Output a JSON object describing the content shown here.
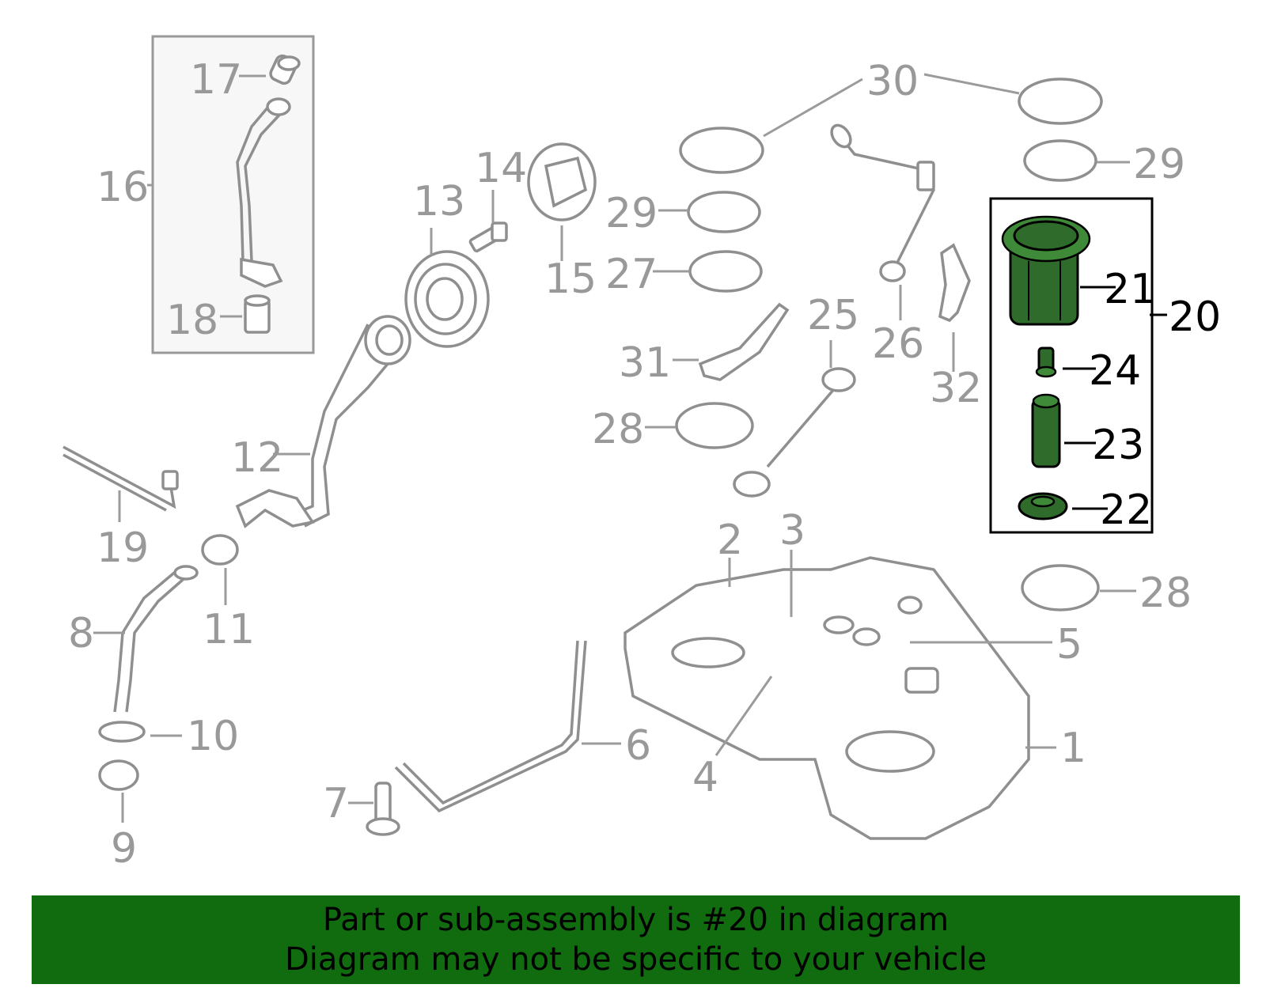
{
  "diagram": {
    "callouts": {
      "c1": "1",
      "c2": "2",
      "c3": "3",
      "c4": "4",
      "c5": "5",
      "c6": "6",
      "c7": "7",
      "c8": "8",
      "c9": "9",
      "c10": "10",
      "c11": "11",
      "c12": "12",
      "c13": "13",
      "c14": "14",
      "c15": "15",
      "c16": "16",
      "c17": "17",
      "c18": "18",
      "c19": "19",
      "c20": "20",
      "c21": "21",
      "c22": "22",
      "c23": "23",
      "c24": "24",
      "c25": "25",
      "c26": "26",
      "c27": "27",
      "c28a": "28",
      "c28b": "28",
      "c29a": "29",
      "c29b": "29",
      "c30": "30",
      "c31": "31",
      "c32": "32"
    },
    "highlight_color": "#2f6b2b"
  },
  "banner": {
    "line1": "Part or sub-assembly is #20 in diagram",
    "line2": "Diagram may not be specific to your vehicle",
    "background": "#116b0f"
  }
}
